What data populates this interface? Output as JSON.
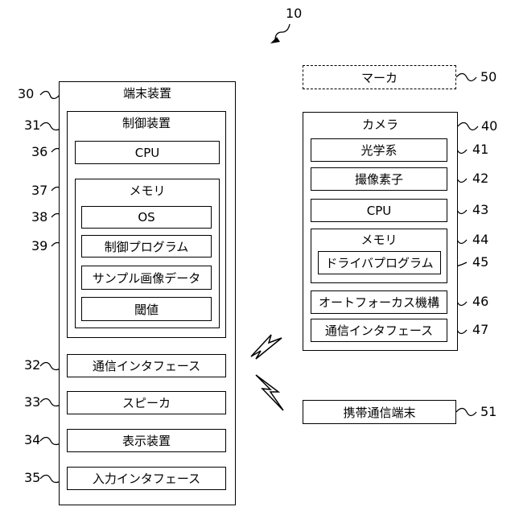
{
  "figure_ref": "10",
  "terminal": {
    "label": "端末装置",
    "ref": "30",
    "controller": {
      "label": "制御装置",
      "ref": "31",
      "cpu": {
        "label": "CPU",
        "ref": "36"
      },
      "memory": {
        "label": "メモリ",
        "ref": "37",
        "os": {
          "label": "OS",
          "ref": "38"
        },
        "program": {
          "label": "制御プログラム",
          "ref": "39"
        },
        "sample": {
          "label": "サンプル画像データ"
        },
        "threshold": {
          "label": "閾値"
        }
      }
    },
    "comm": {
      "label": "通信インタフェース",
      "ref": "32"
    },
    "speaker": {
      "label": "スピーカ",
      "ref": "33"
    },
    "display": {
      "label": "表示装置",
      "ref": "34"
    },
    "input": {
      "label": "入力インタフェース",
      "ref": "35"
    }
  },
  "marker": {
    "label": "マーカ",
    "ref": "50"
  },
  "camera": {
    "label": "カメラ",
    "ref": "40",
    "optics": {
      "label": "光学系",
      "ref": "41"
    },
    "sensor": {
      "label": "撮像素子",
      "ref": "42"
    },
    "cpu": {
      "label": "CPU",
      "ref": "43"
    },
    "memory": {
      "label": "メモリ",
      "ref": "44",
      "driver": {
        "label": "ドライバプログラム",
        "ref": "45"
      }
    },
    "af": {
      "label": "オートフォーカス機構",
      "ref": "46"
    },
    "comm": {
      "label": "通信インタフェース",
      "ref": "47"
    }
  },
  "mobile": {
    "label": "携帯通信端末",
    "ref": "51"
  }
}
